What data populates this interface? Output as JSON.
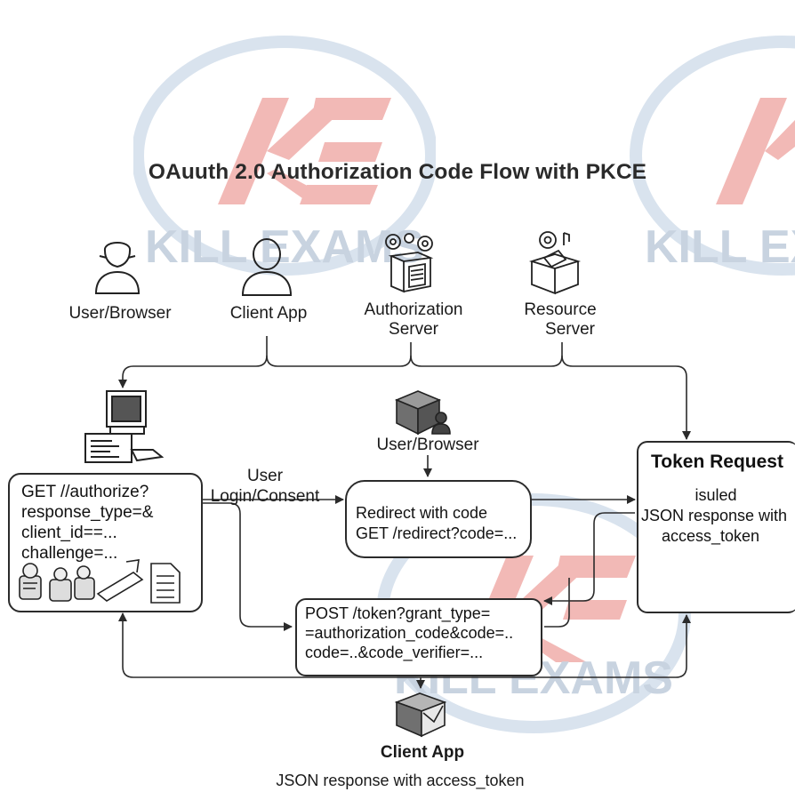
{
  "title": "OAuuth 2.0 Authorization Code Flow with PKCE",
  "watermark": {
    "mark": "KE",
    "text": "KILL EXAMS",
    "color": "#e05a55",
    "text_color": "#4d6f97"
  },
  "actors": [
    {
      "label": "User/Browser",
      "icon": "user-icon"
    },
    {
      "label": "Client App",
      "icon": "person-icon"
    },
    {
      "label_line1": "Authorization",
      "label_line2": "Server",
      "icon": "server-gears-icon"
    },
    {
      "label_line1": "Resource",
      "label_line2": "Server",
      "icon": "server-box-icon"
    }
  ],
  "authorize_box": {
    "lines": [
      "GET //authorize?",
      "response_type=&",
      "client_id==...",
      "challenge=..."
    ]
  },
  "edge_label": {
    "line1": "User",
    "line2": "Login/Consent"
  },
  "mid_user": {
    "label": "User/Browser",
    "icon": "cube-user-icon"
  },
  "redirect_box": {
    "lines": [
      "Redirect with code",
      "GET /redirect?code=..."
    ]
  },
  "token_request": {
    "title": "Token Request",
    "lines": [
      "isuled",
      "JSON response with",
      "access_token"
    ]
  },
  "post_box": {
    "lines": [
      "POST /token?grant_type=",
      "=authorization_code&code=..",
      "code=..&code_verifier=..."
    ]
  },
  "bottom": {
    "label": "Client App",
    "caption": "JSON response with access_token",
    "icon": "envelope-cube-icon"
  },
  "colors": {
    "line": "#2b2b2b",
    "box_border": "#2b2b2b",
    "text": "#1a1a1a"
  }
}
